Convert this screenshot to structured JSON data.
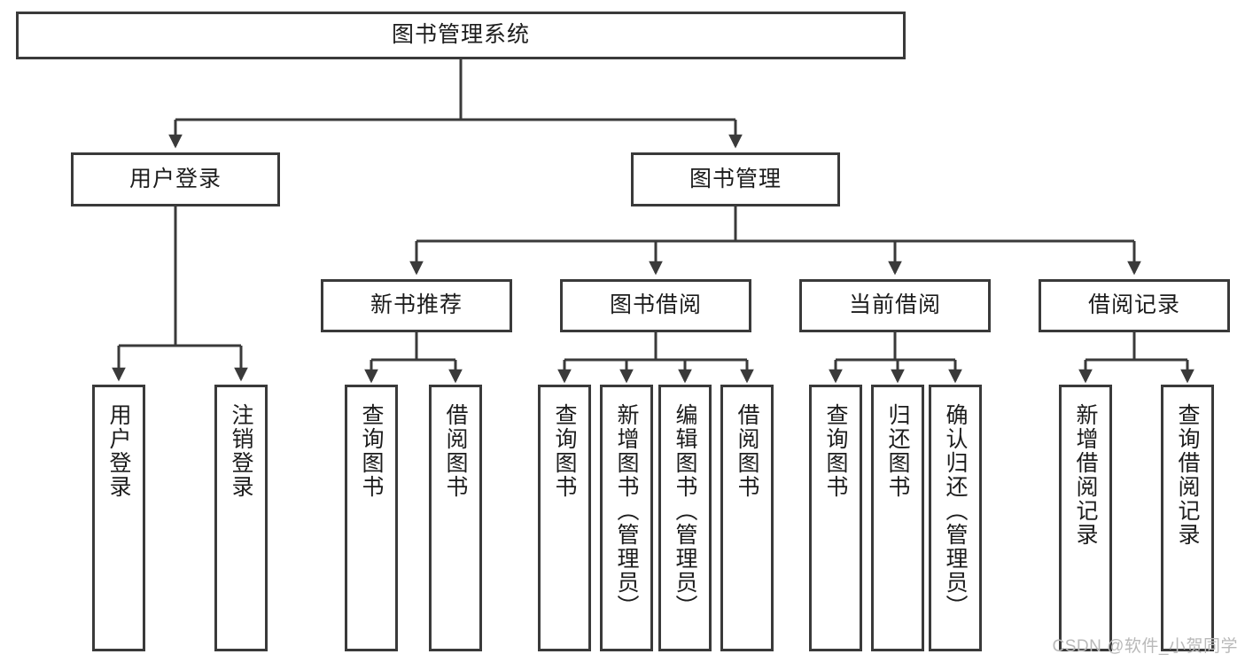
{
  "diagram": {
    "type": "tree",
    "title": "图书管理系统",
    "root": {
      "label": "图书管理系统"
    },
    "level2": [
      {
        "label": "用户登录"
      },
      {
        "label": "图书管理"
      }
    ],
    "level3": [
      {
        "label": "新书推荐"
      },
      {
        "label": "图书借阅"
      },
      {
        "label": "当前借阅"
      },
      {
        "label": "借阅记录"
      }
    ],
    "leaves": {
      "user_login": [
        {
          "label": "用户登录"
        },
        {
          "label": "注销登录"
        }
      ],
      "new_book_recommend": [
        {
          "label": "查询图书"
        },
        {
          "label": "借阅图书"
        }
      ],
      "book_borrow": [
        {
          "label": "查询图书"
        },
        {
          "label": "新增图书（管理员）"
        },
        {
          "label": "编辑图书（管理员）"
        },
        {
          "label": "借阅图书"
        }
      ],
      "current_borrow": [
        {
          "label": "查询图书"
        },
        {
          "label": "归还图书"
        },
        {
          "label": "确认归还（管理员）"
        }
      ],
      "borrow_record": [
        {
          "label": "新增借阅记录"
        },
        {
          "label": "查询借阅记录"
        }
      ]
    }
  },
  "watermark": {
    "text": "CSDN @软件_小贺同学"
  },
  "colors": {
    "border": "#3a3a3a",
    "text": "#1c1c1c",
    "background": "#ffffff",
    "watermark": "#b9b9b9"
  }
}
